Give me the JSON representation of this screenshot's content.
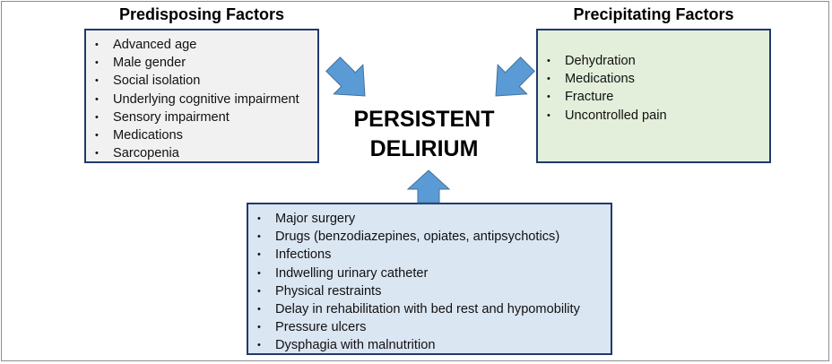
{
  "predisposing": {
    "title": "Predisposing Factors",
    "items": [
      "Advanced age",
      "Male gender",
      "Social isolation",
      "Underlying cognitive impairment",
      "Sensory impairment",
      "Medications",
      "Sarcopenia"
    ]
  },
  "precipitating": {
    "title": "Precipitating Factors",
    "items": [
      "Dehydration",
      "Medications",
      "Fracture",
      "Uncontrolled pain"
    ]
  },
  "center": {
    "line1": "PERSISTENT",
    "line2": "DELIRIUM"
  },
  "bottom": {
    "items": [
      "Major surgery",
      "Drugs (benzodiazepines, opiates, antipsychotics)",
      "Infections",
      "Indwelling urinary catheter",
      "Physical restraints",
      "Delay in rehabilitation with bed rest and hypomobility",
      "Pressure ulcers",
      "Dysphagia with malnutrition"
    ]
  },
  "colors": {
    "arrow_fill": "#5b9bd5",
    "arrow_stroke": "#41719c",
    "box_border": "#1f3a6e",
    "predisposing_bg": "#f1f1f1",
    "precipitating_bg": "#e3efda",
    "bottom_bg": "#dbe6f3"
  }
}
